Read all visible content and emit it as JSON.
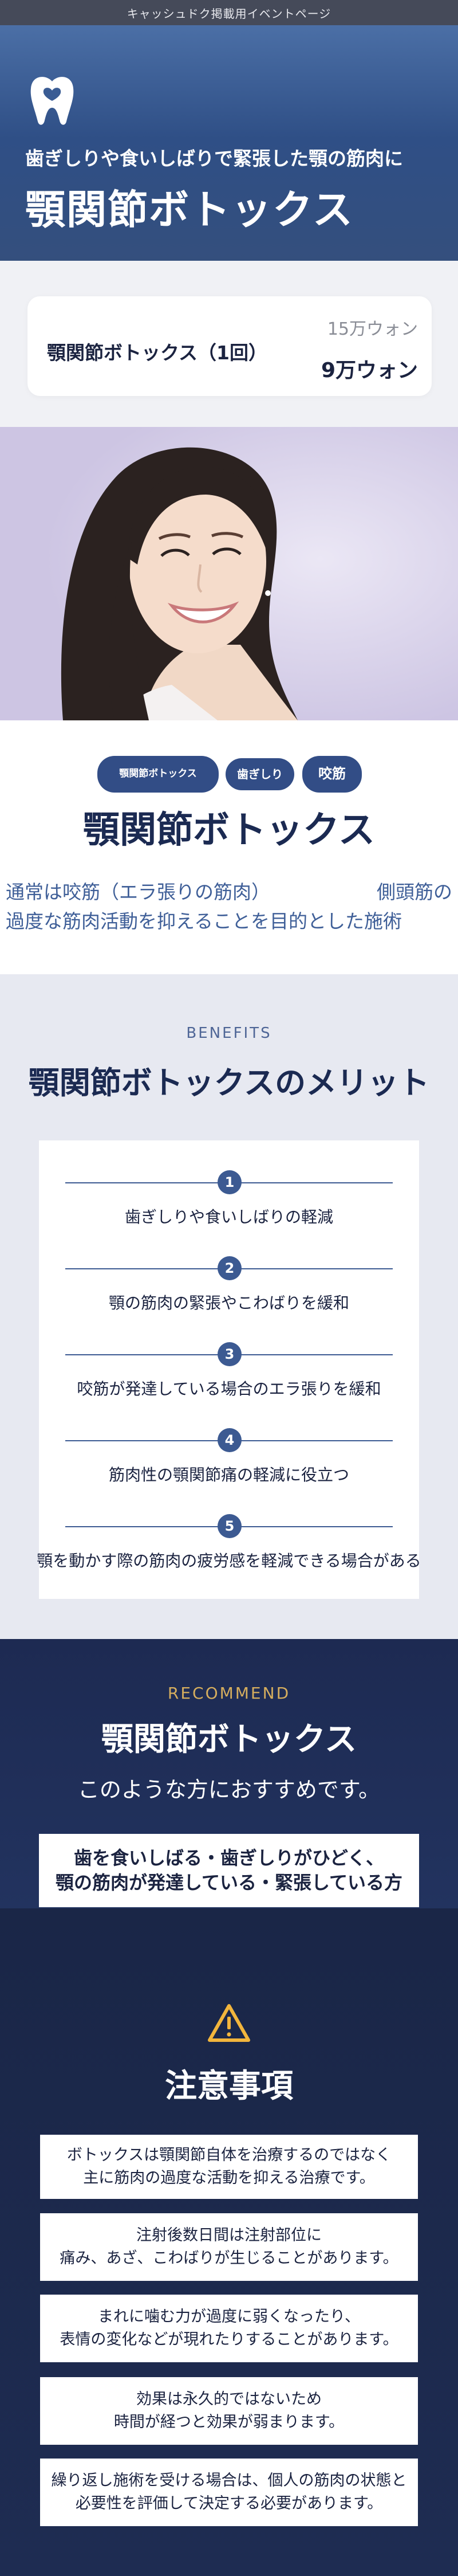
{
  "topbar": {
    "text": "キャッシュドク掲載用イベントページ"
  },
  "hero": {
    "logo_icon": "tooth-logo-icon",
    "subtitle": "歯ぎしりや食いしばりで緊張した顎の筋肉に",
    "title": "顎関節ボトックス"
  },
  "price": {
    "item_name": "顎関節ボトックス（1回）",
    "original_price": "15万ウォン",
    "sale_price": "9万ウォン"
  },
  "photo": {
    "subject": "woman-smiling-photo"
  },
  "intro": {
    "tags": [
      "顎関節ボトックス",
      "歯ぎしり",
      "咬筋"
    ],
    "title": "顎関節ボトックス",
    "desc_line1_left": "通常は咬筋（エラ張りの筋肉）",
    "desc_line1_right": "側頭筋の",
    "desc_line2": "過度な筋肉活動を抑えることを目的とした施術"
  },
  "benefits": {
    "label": "BENEFITS",
    "title": "顎関節ボトックスのメリット",
    "items": [
      {
        "num": "1",
        "text": "歯ぎしりや食いしばりの軽減"
      },
      {
        "num": "2",
        "text": "顎の筋肉の緊張やこわばりを緩和"
      },
      {
        "num": "3",
        "text": "咬筋が発達している場合のエラ張りを緩和"
      },
      {
        "num": "4",
        "text": "筋肉性の顎関節痛の軽減に役立つ"
      },
      {
        "num": "5",
        "text": "顎を動かす際の筋肉の疲労感を軽減できる場合がある"
      }
    ]
  },
  "recommend": {
    "label": "RECOMMEND",
    "title": "顎関節ボトックス",
    "subtitle": "このような方におすすめです。",
    "box_line1": "歯を食いしばる・歯ぎしりがひどく、",
    "box_line2": "顎の筋肉が発達している・緊張している方"
  },
  "notes": {
    "warning_icon": "warning-icon",
    "title": "注意事項",
    "items": [
      {
        "l1": "ボトックスは顎関節自体を治療するのではなく",
        "l2": "主に筋肉の過度な活動を抑える治療です。"
      },
      {
        "l1": "注射後数日間は注射部位に",
        "l2": "痛み、あざ、こわばりが生じることがあります。"
      },
      {
        "l1": "まれに噛む力が過度に弱くなったり、",
        "l2": "表情の変化などが現れたりすることがあります。"
      },
      {
        "l1": "効果は永久的ではないため",
        "l2": "時間が経つと効果が弱まります。"
      },
      {
        "l1": "繰り返し施術を受ける場合は、個人の筋肉の状態と",
        "l2": "必要性を評価して決定する必要があります。"
      }
    ]
  },
  "colors": {
    "navy": "#1d2a52",
    "accent_blue": "#3c5a92",
    "gold": "#d6ae5e",
    "warning_yellow": "#f2b53c"
  }
}
